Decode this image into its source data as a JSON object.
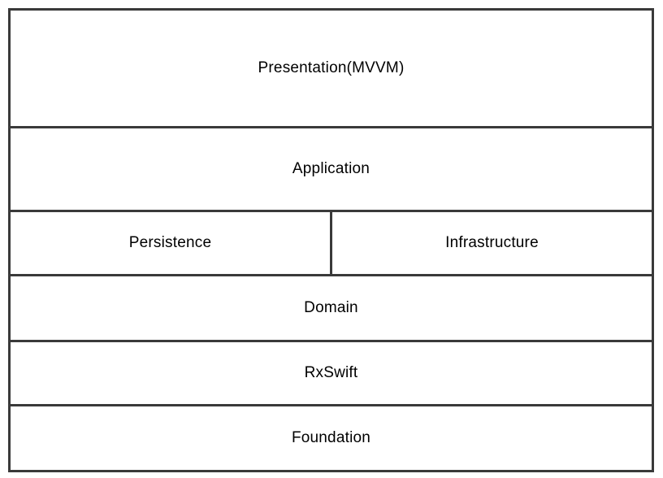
{
  "diagram": {
    "layers": {
      "presentation": {
        "label": "Presentation(MVVM)"
      },
      "application": {
        "label": "Application"
      },
      "persistence": {
        "label": "Persistence"
      },
      "infrastructure": {
        "label": "Infrastructure"
      },
      "domain": {
        "label": "Domain"
      },
      "rxswift": {
        "label": "RxSwift"
      },
      "foundation": {
        "label": "Foundation"
      }
    },
    "colors": {
      "border": "#3a3a3a",
      "background": "#ffffff",
      "text": "#000000"
    }
  }
}
